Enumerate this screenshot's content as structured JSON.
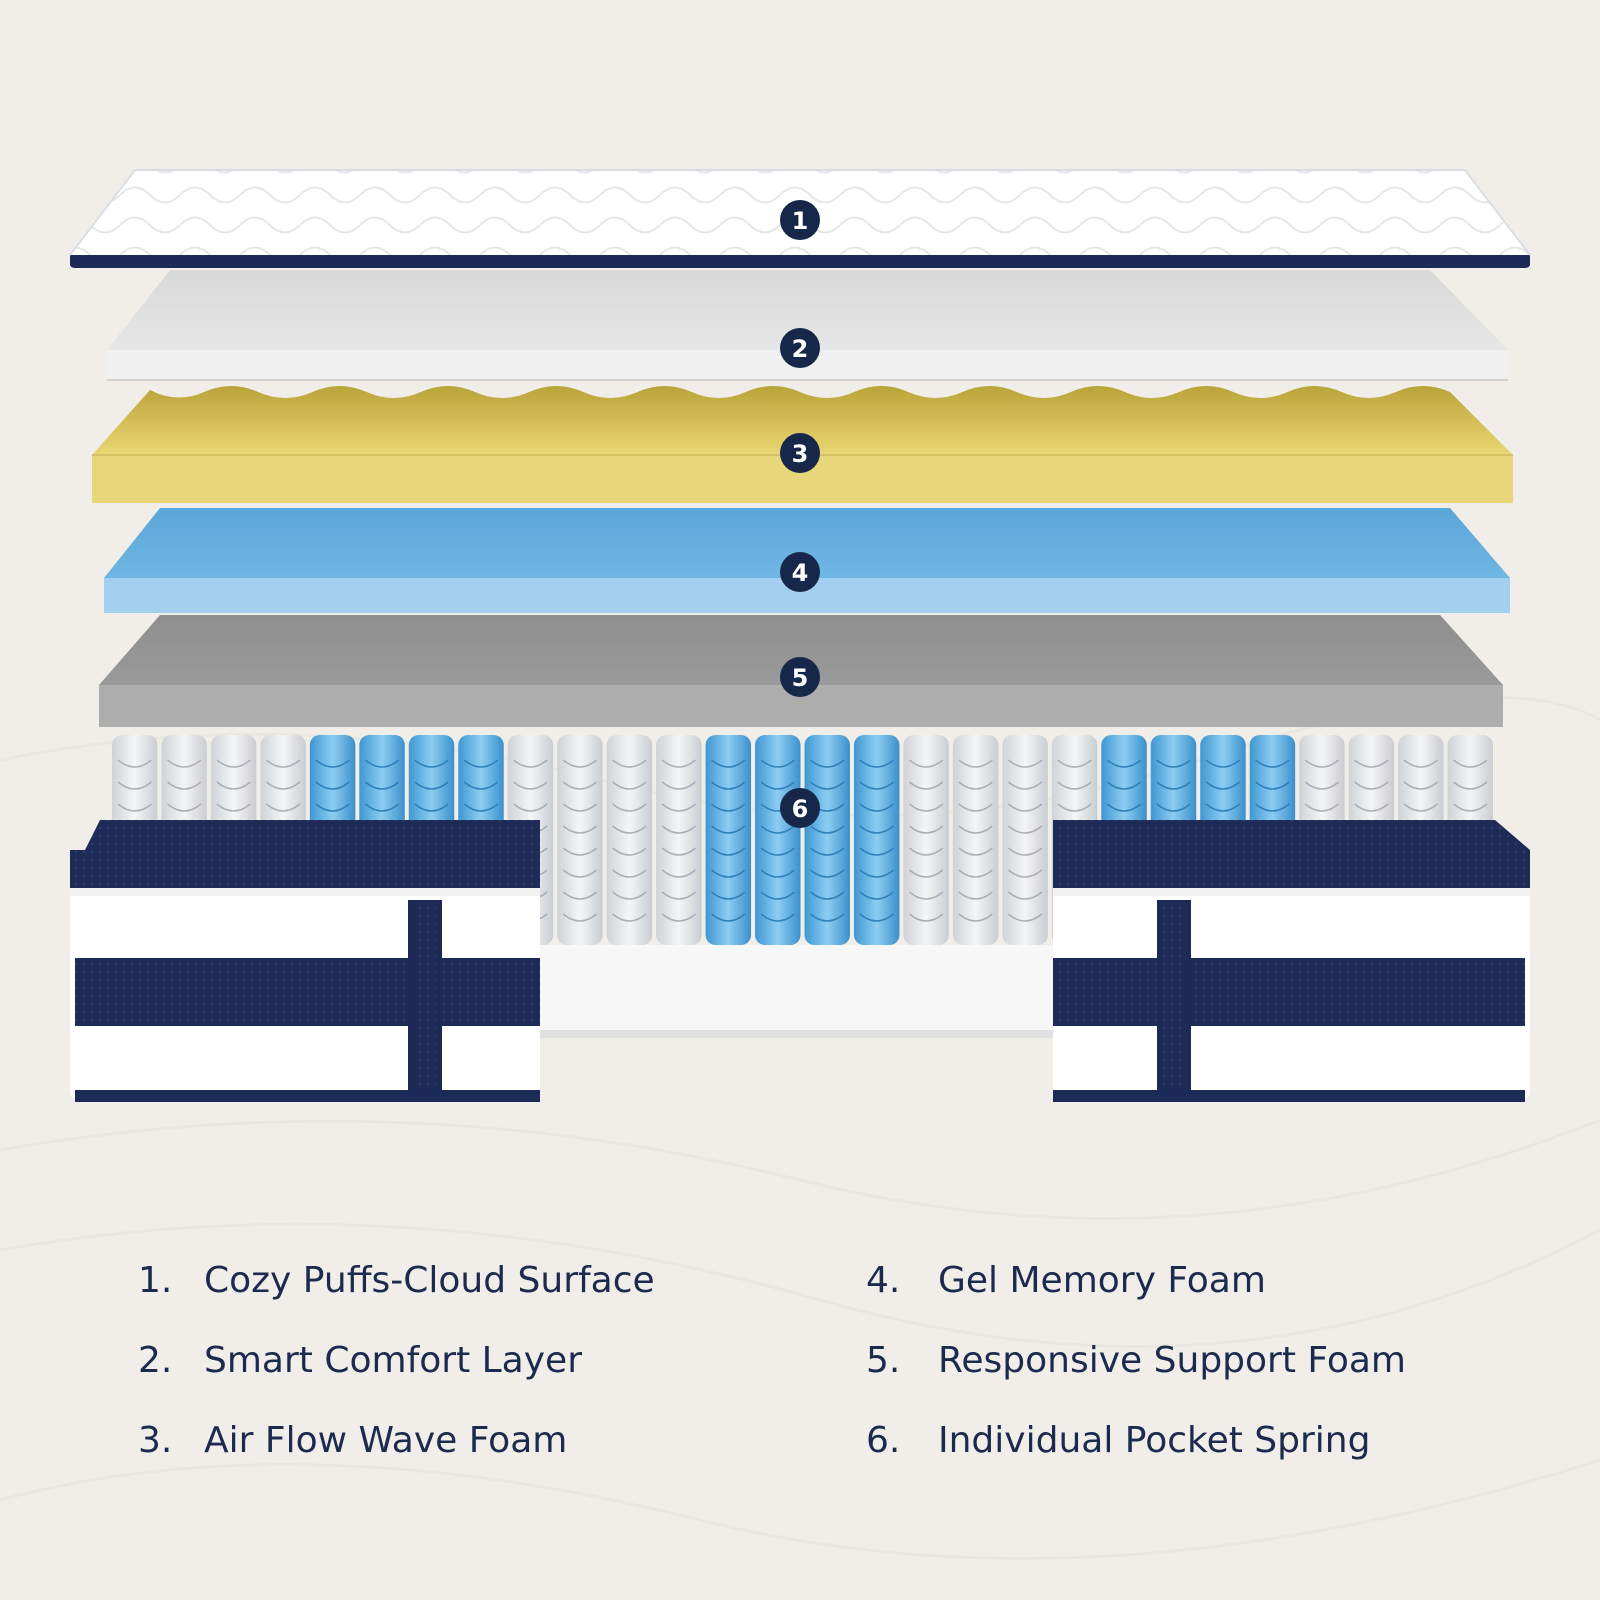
{
  "colors": {
    "background": "#f1eee9",
    "navy": "#1b2a4e",
    "badge": "#17274a",
    "layer_surface": "#fafafa",
    "layer_comfort": "#e9e9e9",
    "layer_wave": "#e5d26a",
    "layer_gel": "#9dcdee",
    "layer_support": "#a9a9a9",
    "spring_blue": "#5fb2e4",
    "spring_white": "#e6e8ea"
  },
  "layers": [
    {
      "number": "1",
      "name": "Cozy Puffs-Cloud Surface",
      "icon": "quilted-top-layer"
    },
    {
      "number": "2",
      "name": "Smart Comfort Layer",
      "icon": "white-foam-layer"
    },
    {
      "number": "3",
      "name": "Air Flow Wave Foam",
      "icon": "yellow-wave-foam-layer"
    },
    {
      "number": "4",
      "name": "Gel Memory Foam",
      "icon": "blue-gel-foam-layer"
    },
    {
      "number": "5",
      "name": "Responsive Support Foam",
      "icon": "grey-support-foam-layer"
    },
    {
      "number": "6",
      "name": "Individual Pocket Spring",
      "icon": "pocket-spring-core"
    }
  ],
  "legend": [
    {
      "number": "1.",
      "label": "Cozy Puffs-Cloud Surface"
    },
    {
      "number": "2.",
      "label": "Smart Comfort Layer"
    },
    {
      "number": "3.",
      "label": "Air Flow Wave Foam"
    },
    {
      "number": "4.",
      "label": "Gel Memory Foam"
    },
    {
      "number": "5.",
      "label": "Responsive Support Foam"
    },
    {
      "number": "6.",
      "label": "Individual Pocket Spring"
    }
  ]
}
